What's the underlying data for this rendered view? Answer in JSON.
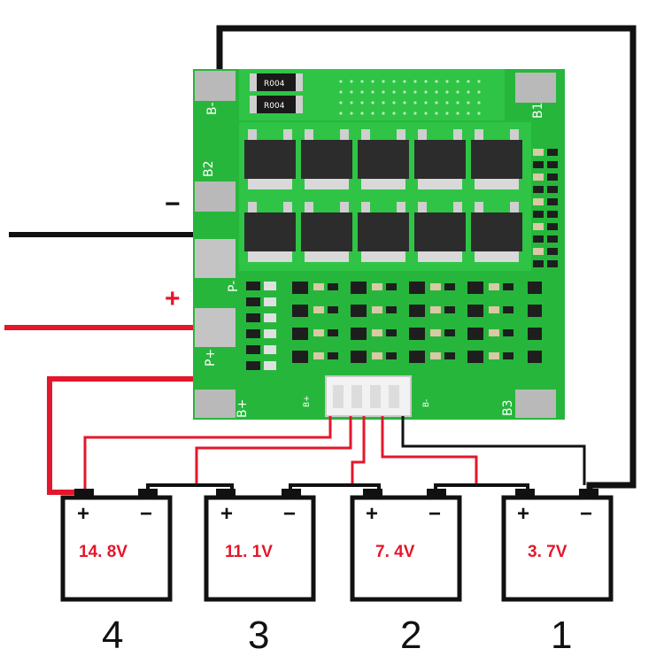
{
  "board": {
    "pads": {
      "b_minus": "B-",
      "b2": "B2",
      "p_minus": "P-",
      "p_plus": "P+",
      "b_plus": "B+",
      "b1": "B1",
      "b3": "B3"
    },
    "connector": {
      "b_plus": "B+",
      "b_minus": "B-"
    },
    "resistor_top_text": "R004",
    "resistor_bottom_text": "R004"
  },
  "output": {
    "minus_label": "−",
    "plus_label": "+"
  },
  "cells": [
    {
      "number": "4",
      "voltage": "14. 8V",
      "plus": "+",
      "minus": "−"
    },
    {
      "number": "3",
      "voltage": "11. 1V",
      "plus": "+",
      "minus": "−"
    },
    {
      "number": "2",
      "voltage": "7. 4V",
      "plus": "+",
      "minus": "−"
    },
    {
      "number": "1",
      "voltage": "3. 7V",
      "plus": "+",
      "minus": "−"
    }
  ],
  "colors": {
    "pcb": "#27b63c",
    "pcb_dark": "#1f9a32",
    "wire_red": "#e3172b",
    "wire_black": "#111111",
    "pad_silver": "#b9b9b9",
    "mosfet": "#2c2c2c"
  }
}
